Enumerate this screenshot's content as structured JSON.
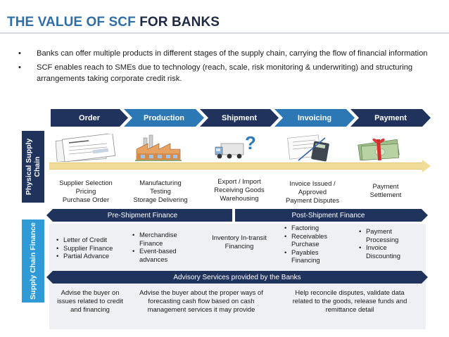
{
  "title": {
    "accent": "THE VALUE OF SCF",
    "rest": " FOR BANKS"
  },
  "bullets": [
    "Banks can offer multiple products in different stages of the supply chain, carrying the flow of financial information",
    "SCF enables reach to SMEs due to technology (reach, scale, risk monitoring & underwriting) and structuring arrangements taking corporate credit risk."
  ],
  "bullet_symbol": "•",
  "stages": [
    {
      "label": "Order",
      "color": "#20335c"
    },
    {
      "label": "Production",
      "color": "#2c78b5"
    },
    {
      "label": "Shipment",
      "color": "#20335c"
    },
    {
      "label": "Invoicing",
      "color": "#2c78b5"
    },
    {
      "label": "Payment",
      "color": "#20335c"
    }
  ],
  "side_labels": {
    "physical": [
      "Physical Supply",
      "Chain"
    ],
    "finance": "Supply Chain Finance"
  },
  "stage_descriptions": [
    [
      "Supplier Selection",
      "Pricing",
      "Purchase Order"
    ],
    [
      "Manufacturing",
      "Testing",
      "Storage Delivering"
    ],
    [
      "Export / Import",
      "Receiving Goods",
      "Warehousing"
    ],
    [
      "Invoice Issued /",
      "Approved",
      "Payment Disputes"
    ],
    [
      "Payment",
      "Settlement"
    ]
  ],
  "finance_bands": {
    "pre": "Pre-Shipment Finance",
    "post": "Post-Shipment Finance",
    "advisory": "Advisory Services provided by the Banks"
  },
  "finance_products": {
    "order": [
      "Letter of Credit",
      "Supplier Finance",
      "Partial Advance"
    ],
    "production": [
      "Merchandise Finance",
      "Event-based advances"
    ],
    "shipment": "Inventory In-transit Financing",
    "invoicing": [
      "Factoring",
      "Receivables Purchase",
      "Payables Financing"
    ],
    "payment": [
      "Payment Processing",
      "Invoice Discounting"
    ]
  },
  "advisory_texts": [
    "Advise the buyer on issues related to credit and financing",
    "Advise the buyer about the proper ways of forecasting cash flow based on cash management services it may provide",
    "Help reconcile disputes, validate data related to the goods, release funds and remittance detail"
  ],
  "colors": {
    "navy": "#20335c",
    "blue": "#2c78b5",
    "light_blue": "#2e9bd6",
    "title_accent": "#2e6fa8",
    "timeline": "#f2dc9a"
  },
  "illustrations": [
    "purchase-order-documents",
    "factory",
    "delivery-truck-question-mark",
    "invoice-calculator",
    "cash-gift-bundle"
  ]
}
